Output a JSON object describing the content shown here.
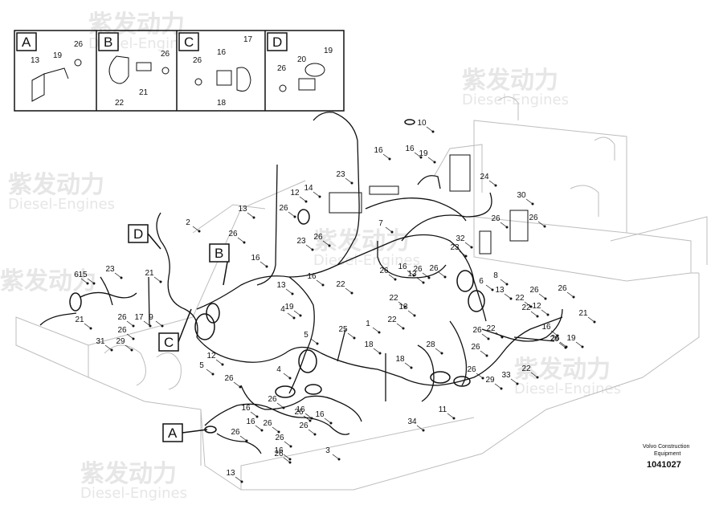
{
  "watermark": {
    "brand": "紫发动力",
    "sub": "Diesel-Engines"
  },
  "detail_views": [
    {
      "letter": "A",
      "labels": [
        "13",
        "19",
        "26"
      ]
    },
    {
      "letter": "B",
      "labels": [
        "26",
        "22",
        "21"
      ]
    },
    {
      "letter": "C",
      "labels": [
        "17",
        "26",
        "16",
        "18"
      ]
    },
    {
      "letter": "D",
      "labels": [
        "20",
        "26",
        "19"
      ]
    }
  ],
  "callouts": [
    "10",
    "16",
    "16",
    "19",
    "23",
    "12",
    "14",
    "26",
    "6",
    "13",
    "2",
    "26",
    "7",
    "24",
    "30",
    "26",
    "26",
    "32",
    "23",
    "23",
    "26",
    "26",
    "13",
    "16",
    "15",
    "23",
    "21",
    "17",
    "9",
    "26",
    "21",
    "31",
    "26",
    "29",
    "5",
    "12",
    "19",
    "13",
    "16",
    "22",
    "16",
    "6",
    "13",
    "1",
    "22",
    "13",
    "8",
    "22",
    "26",
    "26",
    "22",
    "21",
    "26",
    "19",
    "22",
    "25",
    "5",
    "4",
    "18",
    "28",
    "18",
    "26",
    "29",
    "33",
    "22",
    "22",
    "26",
    "4",
    "26",
    "11",
    "34",
    "16",
    "26",
    "16",
    "3",
    "26",
    "26",
    "16",
    "13",
    "16",
    "16",
    "12",
    "26",
    "26",
    "26",
    "26",
    "26",
    "26",
    "26",
    "16",
    "26"
  ],
  "pointer_boxes": [
    "A",
    "B",
    "C",
    "D"
  ],
  "credit": {
    "line1": "Volvo Construction",
    "line2": "Equipment",
    "doc_number": "1041027"
  }
}
